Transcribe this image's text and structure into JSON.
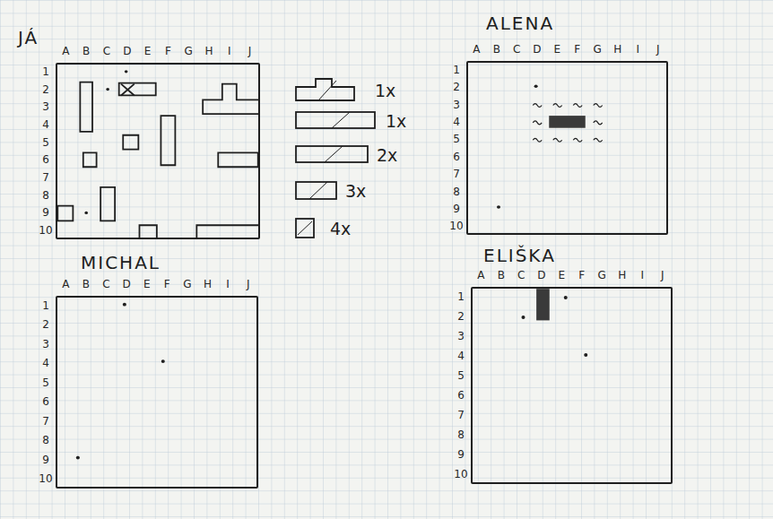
{
  "diagram": {
    "nodes": [
      {
        "text": [
          "JÁ"
        ]
      },
      {
        "text": [
          "ALENA"
        ]
      },
      {
        "text": [
          "MICHAL"
        ]
      },
      {
        "text": [
          "ELIŠKA"
        ]
      }
    ],
    "labels": [
      "A",
      "B",
      "C",
      "D",
      "E",
      "F",
      "G",
      "H",
      "I",
      "J",
      "1",
      "2",
      "3",
      "4",
      "5",
      "6",
      "7",
      "8",
      "9",
      "10",
      "A",
      "B",
      "C",
      "D",
      "E",
      "F",
      "G",
      "H",
      "I",
      "J",
      "1",
      "2",
      "3",
      "4",
      "5",
      "6",
      "7",
      "8",
      "9",
      "10",
      "A",
      "B",
      "C",
      "D",
      "E",
      "F",
      "G",
      "H",
      "I",
      "J",
      "1",
      "2",
      "3",
      "4",
      "5",
      "6",
      "7",
      "8",
      "9",
      "10",
      "A",
      "B",
      "C",
      "D",
      "E",
      "F",
      "G",
      "H",
      "I",
      "J",
      "1",
      "2",
      "3",
      "4",
      "5",
      "6",
      "7",
      "8",
      "9",
      "10"
    ],
    "legend": [
      {
        "text": "1x"
      },
      {
        "text": "1x"
      },
      {
        "text": "2x"
      },
      {
        "text": "3x"
      },
      {
        "text": "4x"
      }
    ]
  }
}
